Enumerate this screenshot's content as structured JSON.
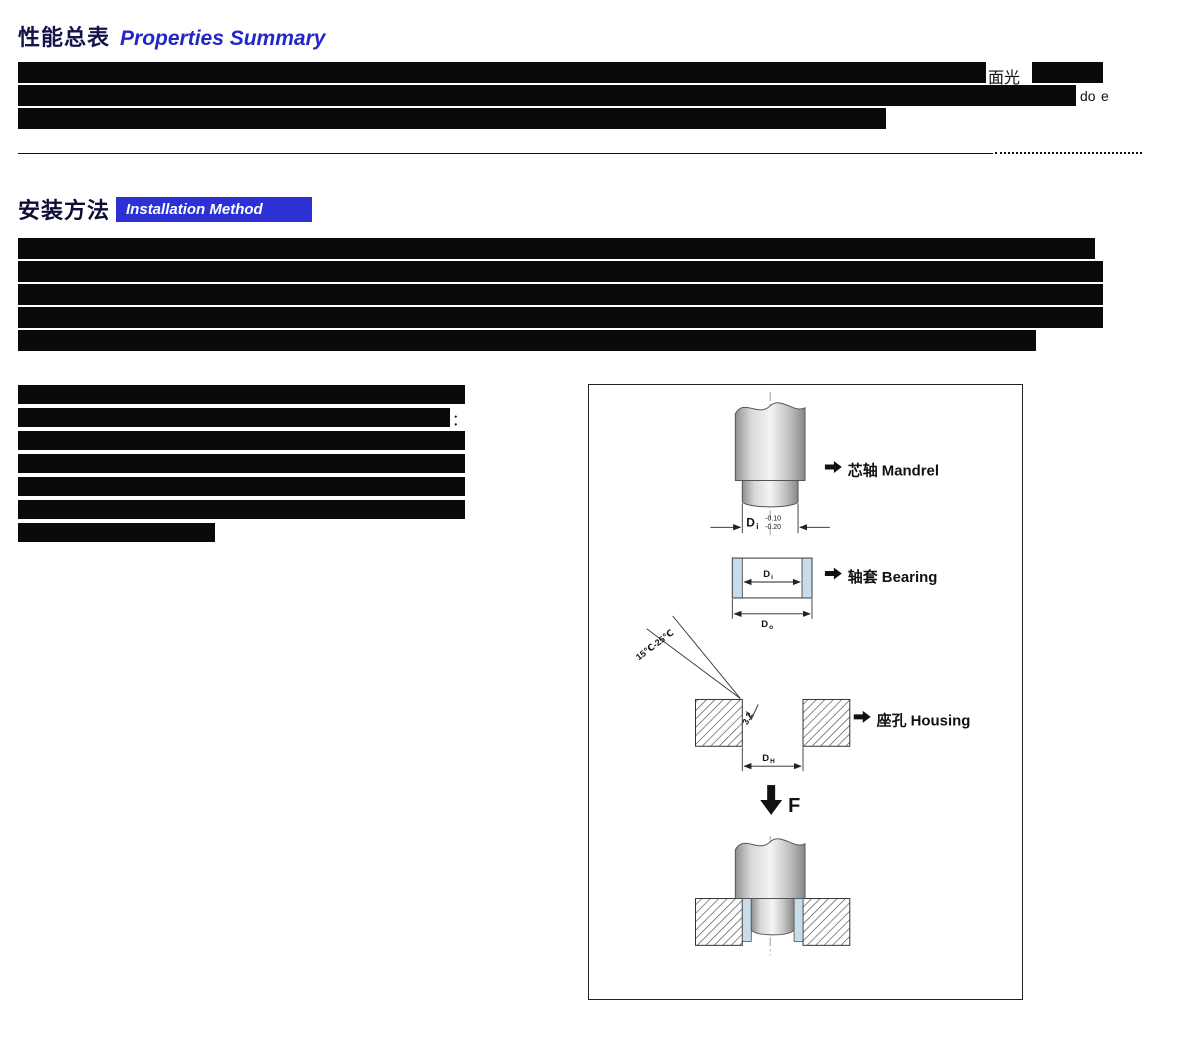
{
  "colors": {
    "heading_zh": "#14144a",
    "heading_en": "#2326c8",
    "highlight_bg": "#2d31d4",
    "highlight_text": "#ffffff",
    "redaction": "#0a0a0a",
    "bearing_fill": "#c9dcea"
  },
  "section1": {
    "heading_zh": "性能总表",
    "heading_en": "Properties Summary",
    "fragment_line1": "面光",
    "fragment_line2a": "do",
    "fragment_line2b": "e"
  },
  "section2": {
    "heading_zh": "安装方法",
    "heading_en": "Installation Method"
  },
  "notes": {
    "colon": "："
  },
  "figure": {
    "labels": {
      "mandrel": "芯轴 Mandrel",
      "bearing": "轴套 Bearing",
      "housing": "座孔 Housing",
      "force": "F"
    },
    "dims": {
      "d_base": "D",
      "sub_i": "i",
      "sub_o": "o",
      "sub_h": "H",
      "tol_upper": "-0.10",
      "tol_lower": "-0.20",
      "chamfer": "15℃-25℃",
      "roughness": "3.2"
    }
  }
}
